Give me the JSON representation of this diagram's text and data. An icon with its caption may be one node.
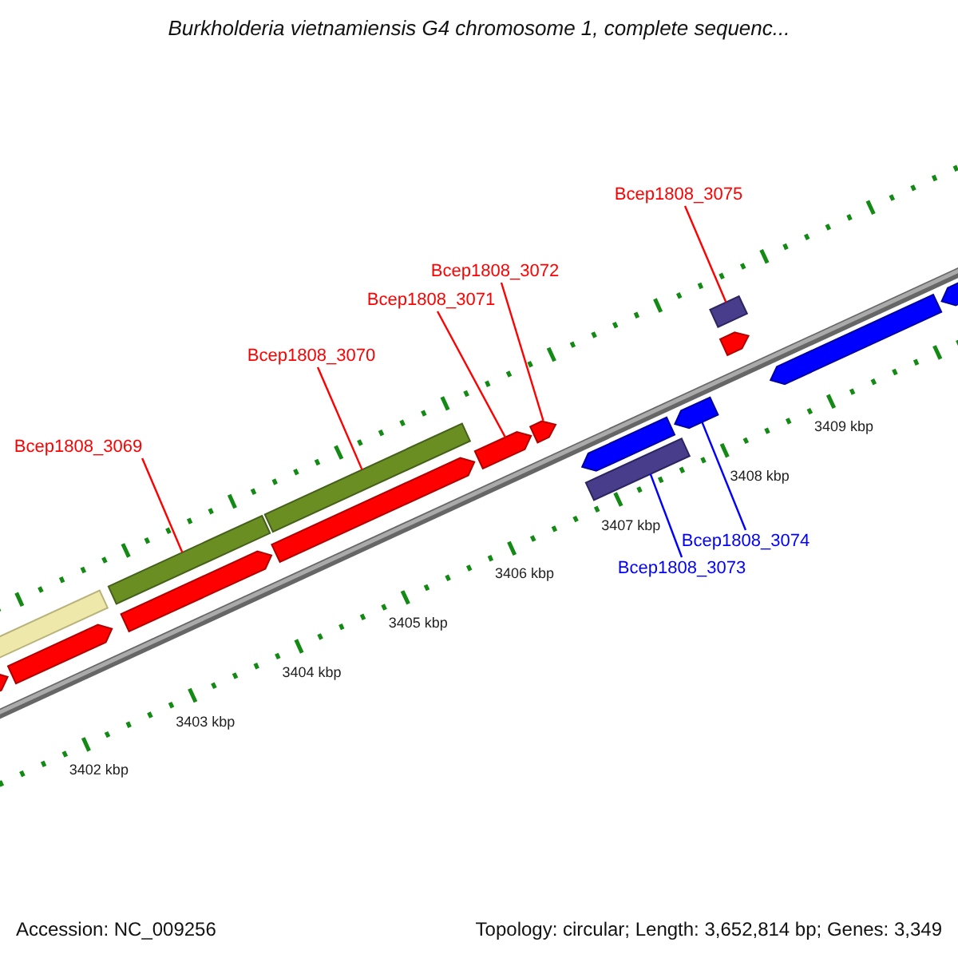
{
  "diagram": {
    "title": "Burkholderia vietnamiensis G4 chromosome 1, complete sequenc...",
    "nodes": [
      {
        "text": [
          "Bcep1808_3075"
        ]
      },
      {
        "text": [
          "Bcep1808_3072"
        ]
      },
      {
        "text": [
          "Bcep1808_3071"
        ]
      },
      {
        "text": [
          "Bcep1808_3070"
        ]
      },
      {
        "text": [
          "Bcep1808_3069"
        ]
      },
      {
        "text": [
          "Bcep1808_3074"
        ]
      },
      {
        "text": [
          "Bcep1808_3073"
        ]
      },
      {
        "text": [],
        "shape": "arrow"
      },
      {
        "text": [],
        "shape": "bar"
      },
      {
        "text": [],
        "shape": "arrow"
      },
      {
        "text": [],
        "shape": "bar"
      },
      {
        "text": [],
        "shape": "arrow"
      },
      {
        "text": [],
        "shape": "bar"
      },
      {
        "text": [],
        "shape": "arrow"
      },
      {
        "text": [],
        "shape": "arrow"
      },
      {
        "text": [],
        "shape": "arrow"
      },
      {
        "text": [],
        "shape": "arrow"
      },
      {
        "text": [],
        "shape": "bar"
      },
      {
        "text": [],
        "shape": "arrow"
      },
      {
        "text": [],
        "shape": "bar"
      },
      {
        "text": [],
        "shape": "arrow"
      },
      {
        "text": [],
        "shape": "arrow"
      },
      {
        "text": [],
        "shape": "arrow"
      }
    ],
    "edges": [
      {
        "from": 0,
        "to": 19,
        "arrow": "none"
      },
      {
        "from": 1,
        "to": 15,
        "arrow": "none"
      },
      {
        "from": 2,
        "to": 14,
        "arrow": "none"
      },
      {
        "from": 3,
        "to": 12,
        "arrow": "none"
      },
      {
        "from": 4,
        "to": 10,
        "arrow": "none"
      },
      {
        "from": 5,
        "to": 18,
        "arrow": "none",
        "color": "#0000ff"
      },
      {
        "from": 6,
        "to": 17,
        "arrow": "none",
        "color": "#0000ff"
      }
    ],
    "labels": [
      "3409 kbp",
      "3408 kbp",
      "3407 kbp",
      "3406 kbp",
      "3405 kbp",
      "3404 kbp",
      "3403 kbp",
      "3402 kbp",
      "Accession: NC_009256",
      "Topology: circular; Length: 3,652,814 bp; Genes: 3,349"
    ]
  }
}
